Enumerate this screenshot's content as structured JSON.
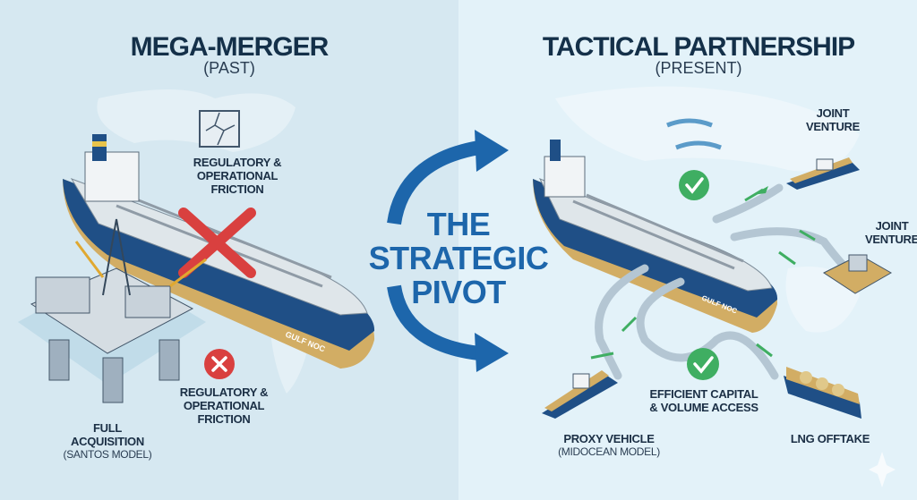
{
  "left": {
    "title": "MEGA-MERGER",
    "subtitle": "(PAST)",
    "friction_top": {
      "line1": "REGULATORY &",
      "line2": "OPERATIONAL",
      "line3": "FRICTION"
    },
    "friction_bottom": {
      "line1": "REGULATORY &",
      "line2": "OPERATIONAL",
      "line3": "FRICTION"
    },
    "acquisition": {
      "line1": "FULL",
      "line2": "ACQUISITION",
      "line3": "(SANTOS MODEL)"
    },
    "ship_label": "GULF NOC"
  },
  "center": {
    "line1": "THE",
    "line2": "STRATEGIC",
    "line3": "PIVOT"
  },
  "right": {
    "title": "TACTICAL PARTNERSHIP",
    "subtitle": "(PRESENT)",
    "jv_top": {
      "line1": "JOINT",
      "line2": "VENTURE"
    },
    "jv_mid": {
      "line1": "JOINT",
      "line2": "VENTURE"
    },
    "efficient": {
      "line1": "EFFICIENT CAPITAL",
      "line2": "& VOLUME ACCESS"
    },
    "proxy": {
      "line1": "PROXY VEHICLE",
      "line2": "(MIDOCEAN MODEL)"
    },
    "lng": "LNG OFFTAKE",
    "ship_label": "GULF NOC"
  },
  "colors": {
    "navy": "#1f4f86",
    "red": "#d9403f",
    "green": "#3fae62",
    "accent": "#1d66ab",
    "hull_gold": "#c9a35a"
  }
}
